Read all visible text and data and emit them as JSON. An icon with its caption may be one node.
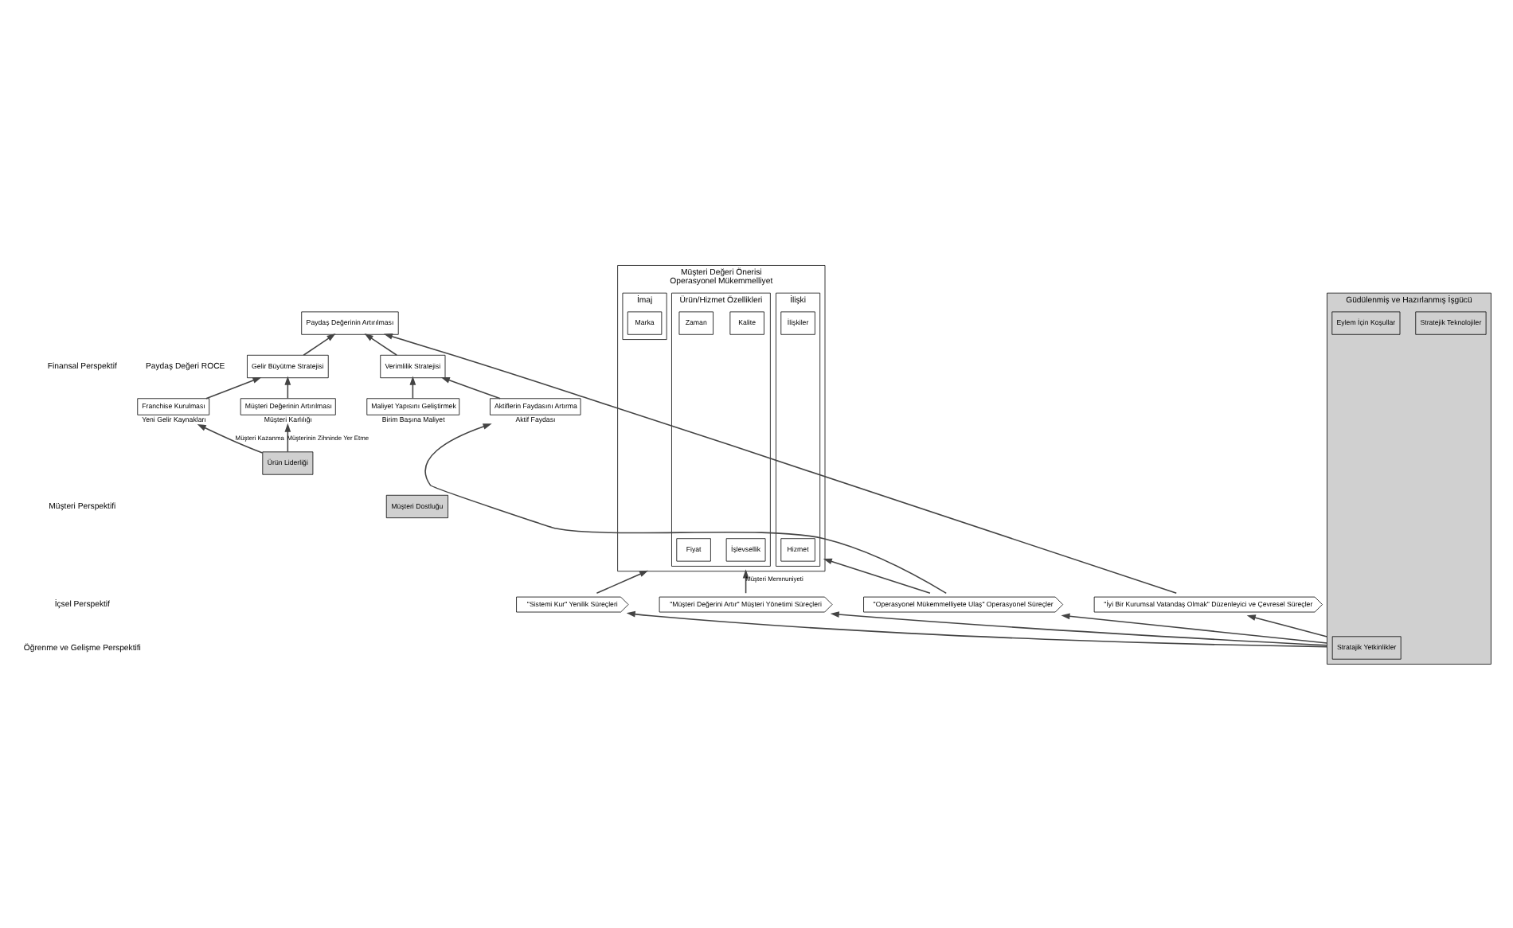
{
  "diagram": {
    "nodes": [
      {
        "text": [
          "Paydaş Değerinin Artırılması"
        ]
      },
      {
        "text": [
          "Gelir Büyütme Stratejisi"
        ]
      },
      {
        "text": [
          "Verimlilik Stratejisi"
        ]
      },
      {
        "text": [
          "Franchise Kurulması"
        ],
        "beside": [
          "Yeni Gelir Kaynakları"
        ]
      },
      {
        "text": [
          "Müşteri Değerinin Artırılması"
        ],
        "beside": [
          "Müşteri Karlılığı"
        ]
      },
      {
        "text": [
          "Maliyet Yapısını Geliştirmek"
        ],
        "beside": [
          "Birim Başına Maliyet"
        ]
      },
      {
        "text": [
          "Aktiflerin Faydasını Artırma"
        ],
        "beside": [
          "Aktif Faydası"
        ]
      },
      {
        "text": [
          "Ürün Liderliği"
        ]
      },
      {
        "text": [
          "Müşteri Dostluğu"
        ]
      },
      {
        "text": [
          "Müşteri Değeri Önerisi",
          "Operasyonel Mükemmelliyet"
        ]
      },
      {
        "text": [
          "Ürün/Hizmet Özellikleri"
        ],
        "in": 9
      },
      {
        "text": [
          "Fiyat"
        ],
        "in": 10
      },
      {
        "text": [
          "Kalite"
        ],
        "in": 10
      },
      {
        "text": [
          "Zaman"
        ],
        "in": 10
      },
      {
        "text": [
          "İşlevsellik"
        ],
        "in": 10
      },
      {
        "text": [
          "İlişki"
        ],
        "in": 9
      },
      {
        "text": [
          "Hizmet"
        ],
        "in": 15
      },
      {
        "text": [
          "İlişkiler"
        ],
        "in": 15
      },
      {
        "text": [
          "İmaj"
        ],
        "in": 9
      },
      {
        "text": [
          "Marka"
        ],
        "in": 18
      },
      {
        "text": [
          "\"Sistemi Kur\" Yenilik Süreçleri"
        ]
      },
      {
        "text": [
          "\"Müşteri Değerini Artır\" Müşteri Yönetimi Süreçleri"
        ]
      },
      {
        "text": [
          "\"Operasyonel Mükemmelliyete Ulaş\" Operasyonel Süreçler"
        ]
      },
      {
        "text": [
          "\"İyi Bir Kurumsal Vatandaş Olmak\" Düzenleyici ve Çevresel Süreçler"
        ]
      },
      {
        "text": [
          "Güdülenmiş ve Hazırlanmış İşgücü"
        ]
      },
      {
        "text": [
          "Stratajik Yetkinlikler"
        ],
        "in": 24
      },
      {
        "text": [
          "Stratejik Teknolojiler"
        ],
        "in": 24
      },
      {
        "text": [
          "Eylem İçin Koşullar"
        ],
        "in": 24
      }
    ],
    "edges": [
      {
        "from": 1,
        "to": 0,
        "arrow": "to"
      },
      {
        "from": 2,
        "to": 0,
        "arrow": "to"
      },
      {
        "from": 3,
        "to": 1,
        "arrow": "to"
      },
      {
        "from": 4,
        "to": 1,
        "arrow": "to"
      },
      {
        "from": 5,
        "to": 2,
        "arrow": "to"
      },
      {
        "from": 6,
        "to": 2,
        "arrow": "to"
      },
      {
        "from": 7,
        "to": 3,
        "arrow": "to",
        "label": "Müşteri Kazanma"
      },
      {
        "from": 7,
        "to": 4,
        "arrow": "to",
        "label": "Müşterinin Zihninde Yer Etme"
      },
      {
        "from": 20,
        "to": 9,
        "arrow": "to"
      },
      {
        "from": 21,
        "to": 9,
        "arrow": "to",
        "label": "Müşteri Memnuniyeti"
      },
      {
        "from": 22,
        "to": 9,
        "arrow": "to"
      },
      {
        "from": 22,
        "to": 6,
        "arrow": "to"
      },
      {
        "from": 23,
        "to": 0,
        "arrow": "to"
      },
      {
        "from": 24,
        "to": 20,
        "arrow": "to"
      },
      {
        "from": 24,
        "to": 21,
        "arrow": "to"
      },
      {
        "from": 24,
        "to": 22,
        "arrow": "to"
      },
      {
        "from": 24,
        "to": 23,
        "arrow": "to"
      }
    ],
    "labels": [
      "Finansal Perspektif",
      "Paydaş Değeri ROCE",
      "Müşteri Perspektifi",
      "İçsel Perspektif",
      "Öğrenme ve Gelişme Perspektifi"
    ]
  }
}
